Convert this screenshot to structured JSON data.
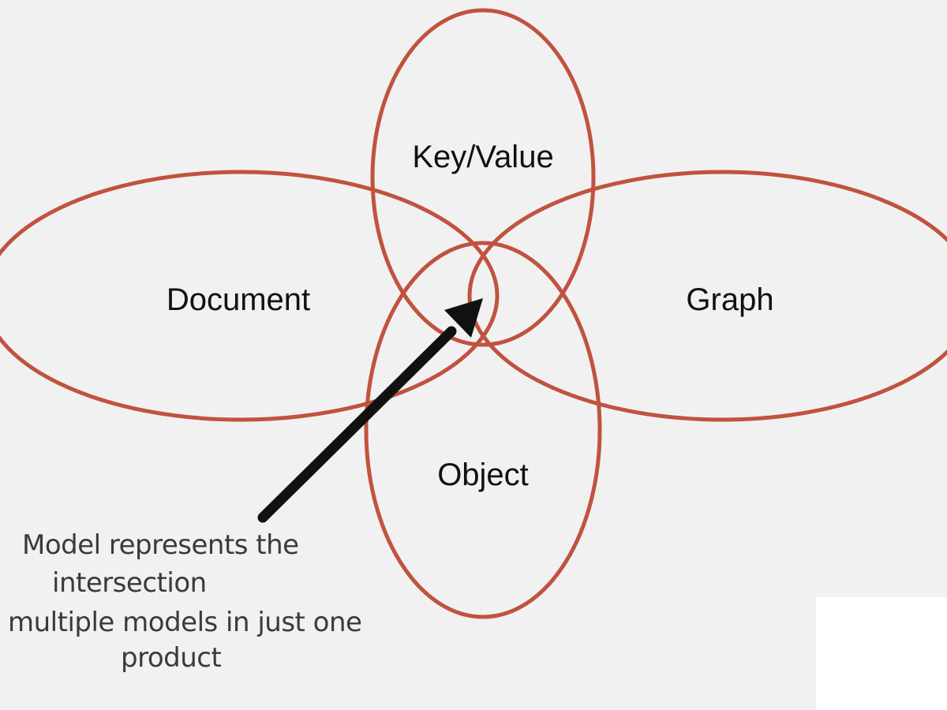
{
  "diagram": {
    "sets": [
      {
        "id": "key-value",
        "label": "Key/Value"
      },
      {
        "id": "document",
        "label": "Document"
      },
      {
        "id": "graph",
        "label": "Graph"
      },
      {
        "id": "object",
        "label": "Object"
      }
    ],
    "annotation": {
      "lines": [
        "Model represents the",
        "intersection",
        "multiple models in just one",
        "product"
      ]
    },
    "colors": {
      "ellipse_stroke": "#c0533f",
      "arrow": "#111111",
      "background": "#f2f1f1"
    }
  }
}
